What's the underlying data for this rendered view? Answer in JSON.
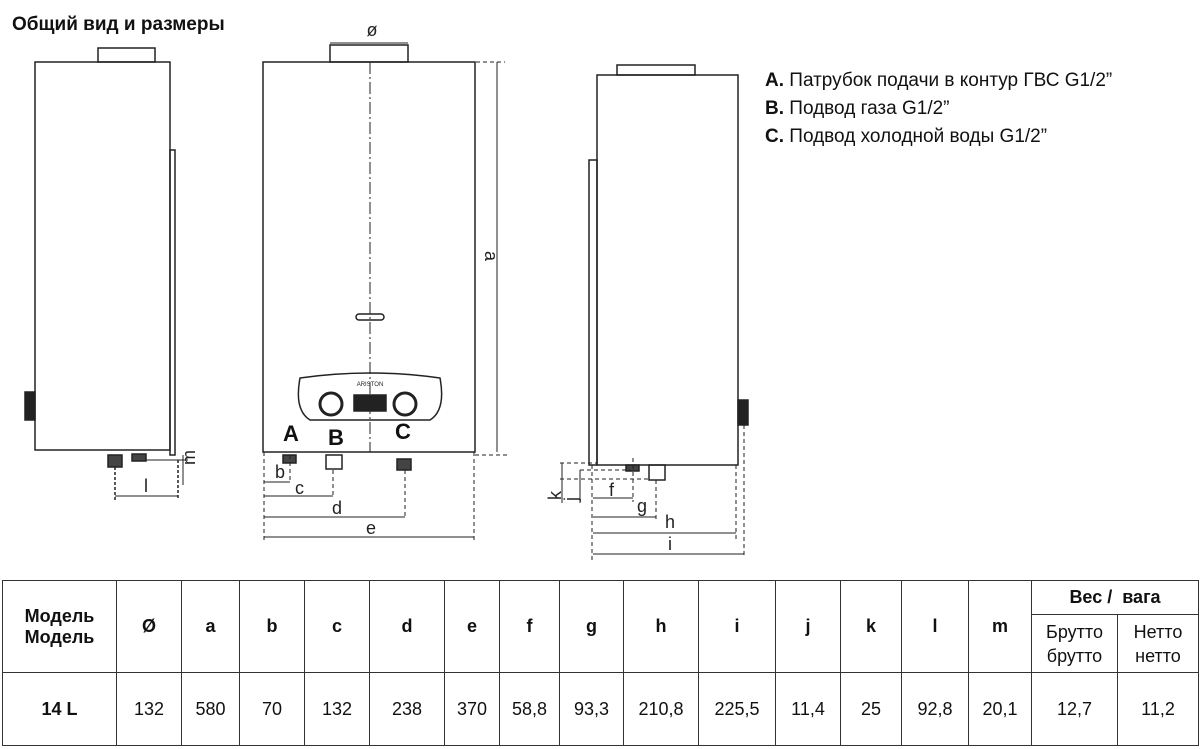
{
  "title": "Общий вид и размеры",
  "legend": [
    {
      "key": "A.",
      "text": "Патрубок подачи в контур ГВС G1/2”"
    },
    {
      "key": "B.",
      "text": "Подвод газа G1/2”"
    },
    {
      "key": "C.",
      "text": "Подвод холодной воды G1/2”"
    }
  ],
  "drawing": {
    "labels": {
      "diam": "ø",
      "a": "a",
      "b": "b",
      "c": "c",
      "d": "d",
      "e": "e",
      "f": "f",
      "g": "g",
      "h": "h",
      "i": "i",
      "j": "j",
      "k": "k",
      "l": "l",
      "m": "m",
      "A": "A",
      "B": "B",
      "C": "C"
    },
    "brand": "ARISTON"
  },
  "table": {
    "model_header": [
      "Модель",
      "Модель"
    ],
    "columns": [
      "Ø",
      "a",
      "b",
      "c",
      "d",
      "e",
      "f",
      "g",
      "h",
      "i",
      "j",
      "k",
      "l",
      "m"
    ],
    "weight_header": "Вес /  вага",
    "gross": [
      "Брутто",
      "брутто"
    ],
    "net": [
      "Нетто",
      "нетто"
    ],
    "rows": [
      {
        "model": "14 L",
        "values": [
          "132",
          "580",
          "70",
          "132",
          "238",
          "370",
          "58,8",
          "93,3",
          "210,8",
          "225,5",
          "11,4",
          "25",
          "92,8",
          "20,1",
          "12,7",
          "11,2"
        ]
      }
    ]
  }
}
